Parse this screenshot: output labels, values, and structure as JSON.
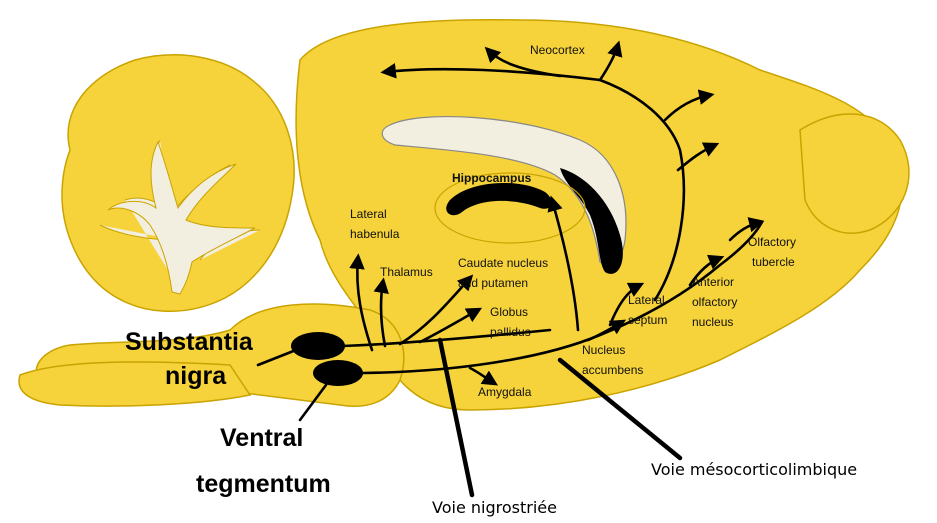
{
  "colors": {
    "tissue": "#F6D33A",
    "ventricle": "#F3EFE0",
    "outline": "#C9A300",
    "fiber": "#000000"
  },
  "labels": {
    "neocortex": "Neocortex",
    "hippocampus": "Hippocampus",
    "lateral_habenula_1": "Lateral",
    "lateral_habenula_2": "habenula",
    "thalamus": "Thalamus",
    "caudate_1": "Caudate nucleus",
    "caudate_2": "and putamen",
    "globus_1": "Globus",
    "globus_2": "pallidus",
    "amygdala": "Amygdala",
    "lateral_septum_1": "Lateral",
    "lateral_septum_2": "septum",
    "nucleus_accumbens_1": "Nucleus",
    "nucleus_accumbens_2": "accumbens",
    "anterior_olfactory_1": "Anterior",
    "anterior_olfactory_2": "olfactory",
    "anterior_olfactory_3": "nucleus",
    "olfactory_tubercle_1": "Olfactory",
    "olfactory_tubercle_2": "tubercle",
    "substantia_nigra_1": "Substantia",
    "substantia_nigra_2": "nigra",
    "ventral_tegmentum_1": "Ventral",
    "ventral_tegmentum_2": "tegmentum",
    "voie_nigrostriee": "Voie nigrostriée",
    "voie_mesocorticolimbique": "Voie mésocorticolimbique"
  }
}
